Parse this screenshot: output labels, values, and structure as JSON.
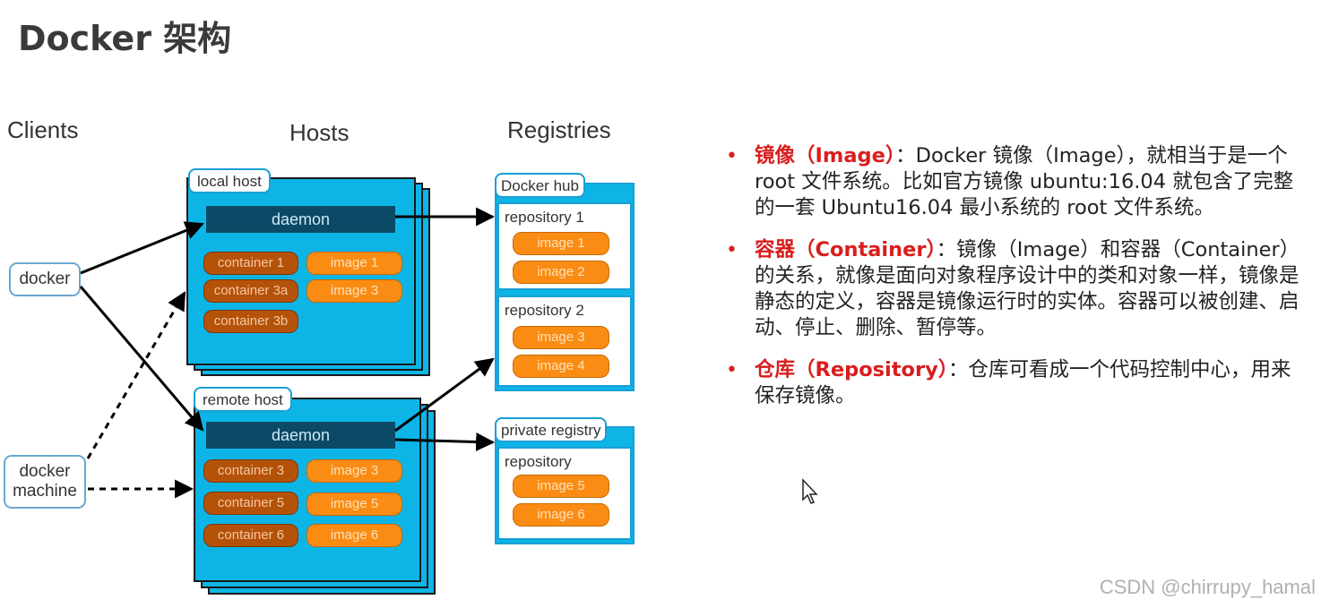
{
  "title": "Docker 架构",
  "columns": {
    "clients": "Clients",
    "hosts": "Hosts",
    "registries": "Registries"
  },
  "clients": {
    "docker": "docker",
    "machine_line1": "docker",
    "machine_line2": "machine"
  },
  "local_host": {
    "label": "local host",
    "daemon": "daemon",
    "containers": [
      "container 1",
      "container 3a",
      "container 3b"
    ],
    "images": [
      "image 1",
      "image 3"
    ]
  },
  "remote_host": {
    "label": "remote host",
    "daemon": "daemon",
    "containers": [
      "container 3",
      "container 5",
      "container 6"
    ],
    "images": [
      "image 3",
      "image 5",
      "image 6"
    ]
  },
  "docker_hub": {
    "label": "Docker hub",
    "repo1": {
      "label": "repository 1",
      "images": [
        "image 1",
        "image 2"
      ]
    },
    "repo2": {
      "label": "repository 2",
      "images": [
        "image 3",
        "image 4"
      ]
    }
  },
  "private_registry": {
    "label": "private registry",
    "repo": {
      "label": "repository",
      "images": [
        "image 5",
        "image 6"
      ]
    }
  },
  "points": [
    {
      "term": "镜像（Image）",
      "sep": "：",
      "text": "Docker 镜像（Image），就相当于是一个 root 文件系统。比如官方镜像 ubuntu:16.04 就包含了完整的一套 Ubuntu16.04 最小系统的 root 文件系统。"
    },
    {
      "term": "容器（Container）",
      "sep": "：",
      "text": "镜像（Image）和容器（Container）的关系，就像是面向对象程序设计中的类和对象一样，镜像是静态的定义，容器是镜像运行时的实体。容器可以被创建、启动、停止、删除、暂停等。"
    },
    {
      "term": "仓库（Repository）",
      "sep": "：",
      "text": "仓库可看成一个代码控制中心，用来保存镜像。"
    }
  ],
  "watermark": "CSDN @chirrupy_hamal",
  "colors": {
    "accent_red": "#d81e1e",
    "panel_blue": "#0db5e7",
    "daemon_dark": "#0b4a66",
    "container_brown": "#b5520a",
    "image_orange": "#fa8c14"
  }
}
